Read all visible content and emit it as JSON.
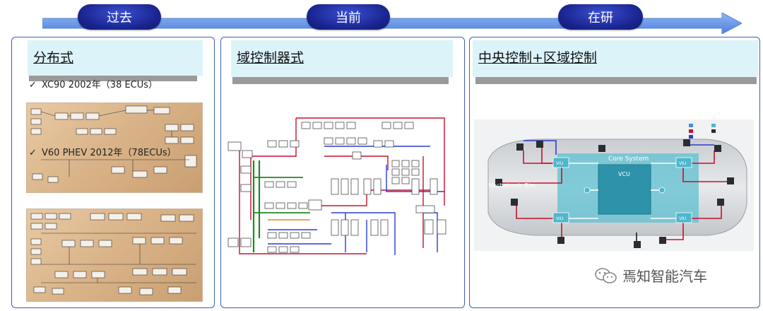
{
  "timeline": {
    "stages": [
      {
        "label": "过去"
      },
      {
        "label": "当前"
      },
      {
        "label": "在研"
      }
    ]
  },
  "panels": [
    {
      "title": "分布式",
      "notes": [
        {
          "check": "✓",
          "text": "XC90 2002年（38 ECUs）"
        },
        {
          "check": "✓",
          "text": "V60 PHEV 2012年（78ECUs）"
        }
      ]
    },
    {
      "title": "域控制器式"
    },
    {
      "title": "中央控制+区域控制",
      "diagram_labels": {
        "core_system": "Core System",
        "vcu": "VCU",
        "viu": "VIU",
        "rim": "Mechatronic Rim"
      }
    }
  ],
  "watermark": {
    "text": "焉知智能汽车",
    "icon": "wechat-icon"
  },
  "colors": {
    "accent_blue": "#1a2591",
    "panel_border": "#3d5fb8",
    "title_bg": "#dcf3fa",
    "red_wire": "#c8102e",
    "blue_wire": "#2b3ccf",
    "green_wire": "#1e8a1e",
    "teal_core": "#3fb3c8"
  }
}
